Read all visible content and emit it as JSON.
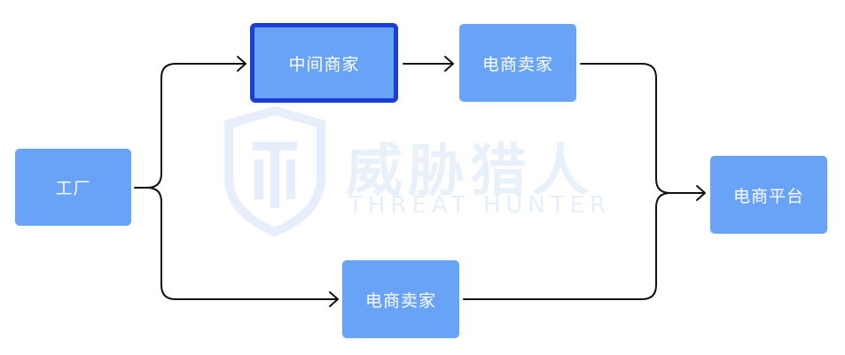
{
  "nodes": {
    "factory": "工厂",
    "intermediary": "中间商家",
    "seller_top": "电商卖家",
    "seller_bottom": "电商卖家",
    "platform": "电商平台"
  },
  "watermark": {
    "cn": "威胁猎人",
    "en": "THREAT HUNTER"
  },
  "colors": {
    "node_fill": "#69a3f8",
    "selected_border": "#1a3fd6",
    "connector": "#111111"
  }
}
